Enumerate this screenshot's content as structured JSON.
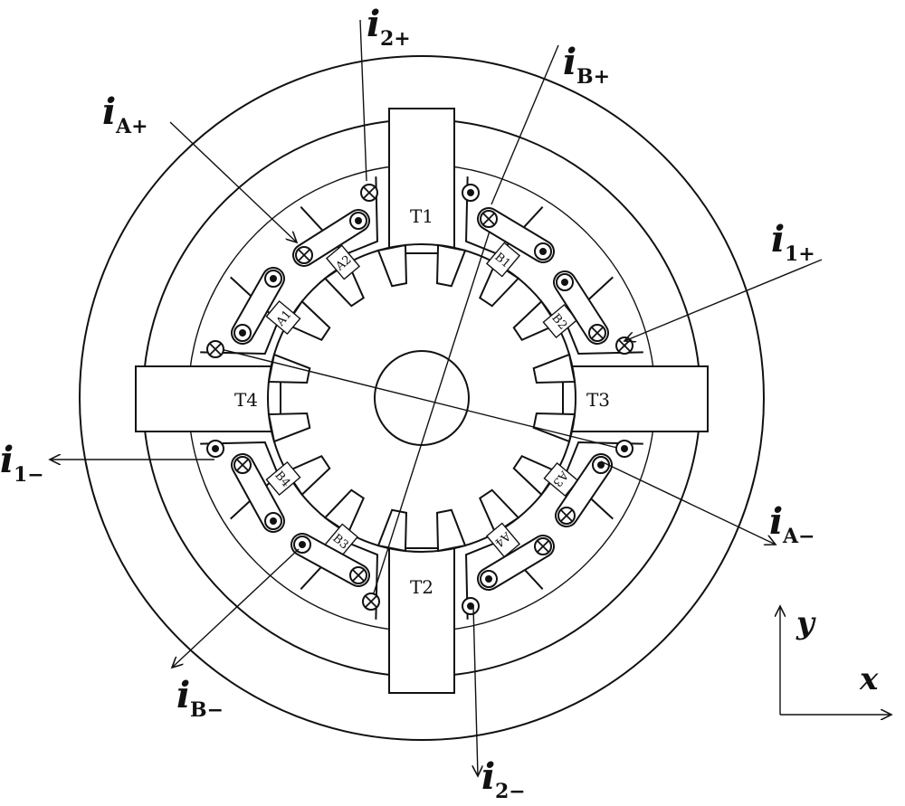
{
  "teeth": {
    "t1": "T1",
    "t2": "T2",
    "t3": "T3",
    "t4": "T4"
  },
  "coils": {
    "a1": "A1",
    "a2": "A2",
    "a3": "A3",
    "a4": "A4",
    "b1": "B1",
    "b2": "B2",
    "b3": "B3",
    "b4": "B4"
  },
  "currents": {
    "i_symbol": "i",
    "a_plus": "A+",
    "a_minus": "A−",
    "b_plus": "B+",
    "b_minus": "B−",
    "one_plus": "1+",
    "one_minus": "1−",
    "two_plus": "2+",
    "two_minus": "2−"
  },
  "axes": {
    "x": "x",
    "y": "y"
  }
}
